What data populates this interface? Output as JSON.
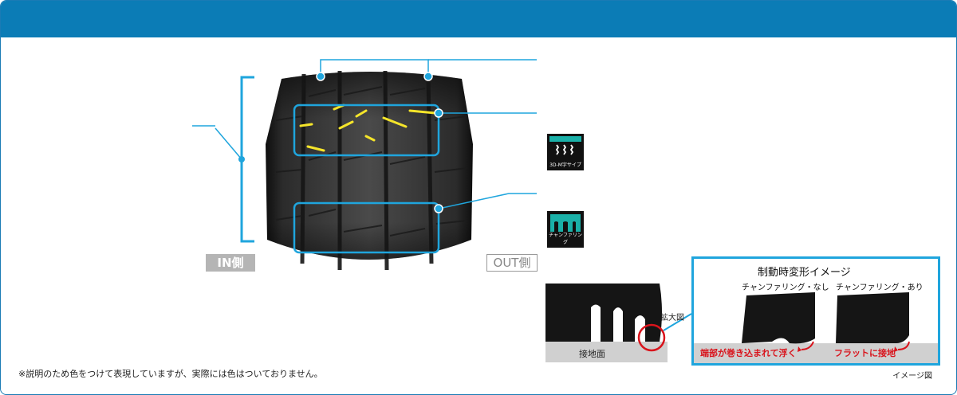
{
  "tags": {
    "in_side": "IN側",
    "out_side": "OUT側"
  },
  "icons": {
    "icon1": {
      "name": "3d-msipe-icon",
      "caption": "3D-M字サイプ"
    },
    "icon2": {
      "name": "chamfering-icon",
      "caption": "チャンファリング"
    }
  },
  "detail": {
    "title": "制動時変形イメージ",
    "left_label": "チャンファリング・なし",
    "right_label": "チャンファリング・あり",
    "bad_label": "端部が巻き込まれて浮く",
    "good_label": "フラットに接地",
    "zoom_label": "拡大図",
    "ground_label": "接地面"
  },
  "note": "※説明のため色をつけて表現していますが、実際には色はついておりません。",
  "caption": "イメージ図",
  "colors": {
    "header": "#0b7cb6",
    "callout": "#1fa5dd",
    "highlight": "#f5e52a",
    "warning": "#d9141c"
  }
}
